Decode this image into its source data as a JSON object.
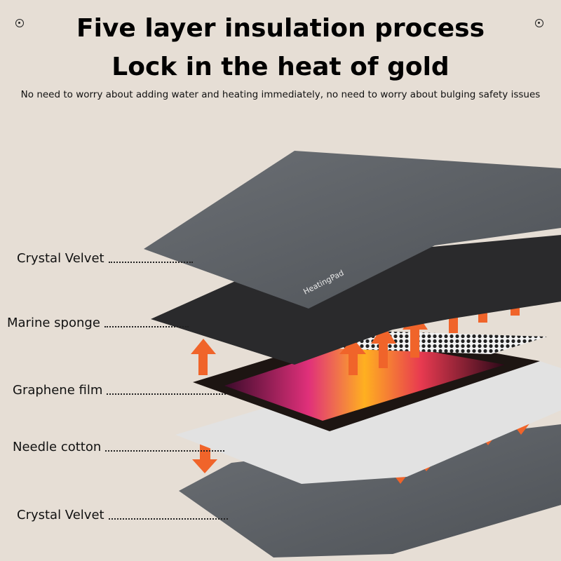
{
  "title_line1": "Five layer insulation process",
  "title_line2": "Lock in the heat of gold",
  "subtitle": "No need to worry about adding water and heating immediately, no need to worry about bulging safety issues",
  "pad_brand": "HeatingPad",
  "layers": [
    {
      "label": "Crystal Velvet"
    },
    {
      "label": "Marine sponge"
    },
    {
      "label": "Graphene film"
    },
    {
      "label": "Needle cotton"
    },
    {
      "label": "Crystal Velvet"
    }
  ],
  "colors": {
    "background": "#e6ded5",
    "arrow": "#f0642a",
    "velvet": "#5d6166",
    "sponge": "#2a2a2c",
    "cotton": "#e4e4e4"
  }
}
